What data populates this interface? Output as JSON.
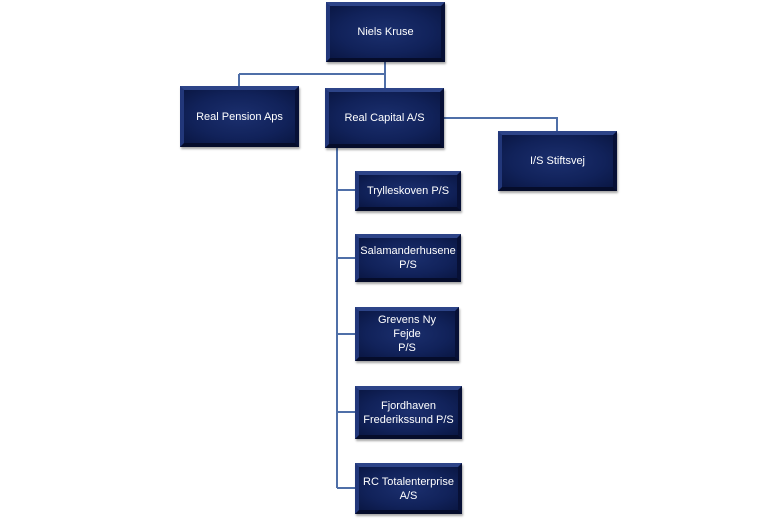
{
  "org_chart": {
    "top": "Niels Kruse",
    "level2_left": "Real Pension Aps",
    "level2_main": "Real Capital A/S",
    "side_entity": "I/S Stiftsvej",
    "subsidiaries": [
      "Trylleskoven P/S",
      "Salamanderhusene\nP/S",
      "Grevens Ny Fejde\nP/S",
      "Fjordhaven\nFrederikssund P/S",
      "RC Totalenterprise\nA/S"
    ]
  },
  "colors": {
    "box_fill": "#11225a",
    "connector": "#4f6fa8",
    "text": "#ffffff"
  }
}
